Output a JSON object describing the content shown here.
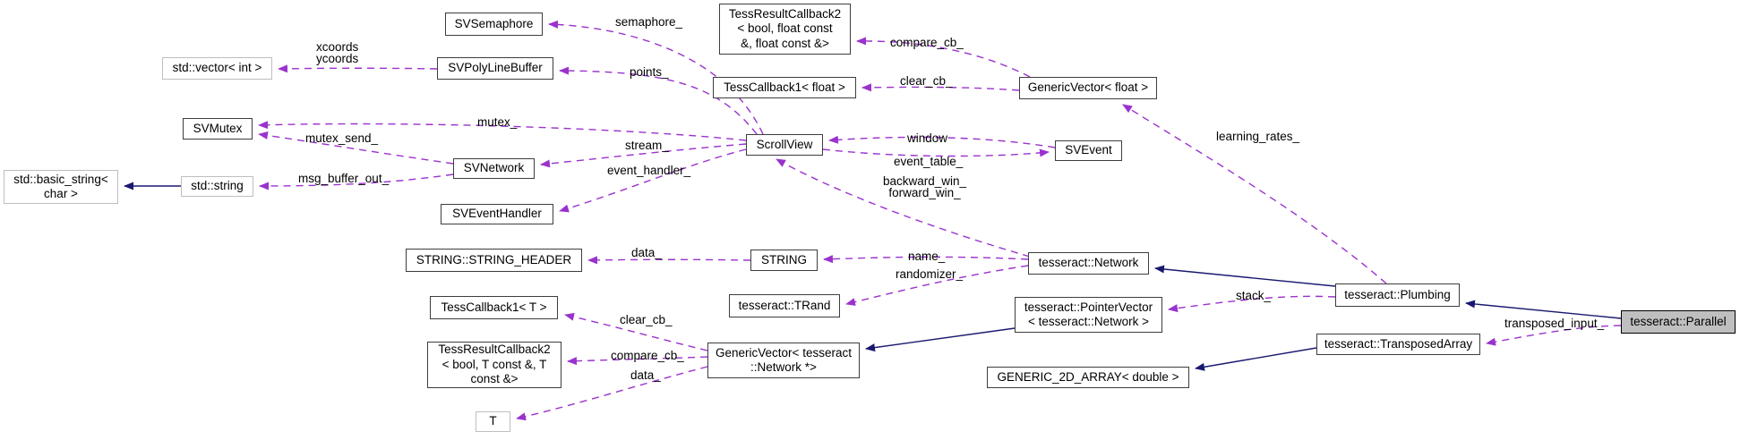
{
  "diagram": {
    "kind": "doxygen-collaboration-graph",
    "colors": {
      "usage_edge": "#9a32cd",
      "inheritance_edge": "#191970",
      "node_border": "#3d3d3d",
      "external_node_border": "#bebebe",
      "current_node_fill": "#bfbfbf",
      "background": "#ffffff"
    },
    "nodes": [
      {
        "label": "SVSemaphore"
      },
      {
        "label": "std::vector< int >"
      },
      {
        "label": "SVPolyLineBuffer"
      },
      {
        "label": "TessResultCallback2\n< bool, float const\n&, float const &>"
      },
      {
        "label": "TessCallback1< float >"
      },
      {
        "label": "GenericVector< float >"
      },
      {
        "label": "SVMutex"
      },
      {
        "label": "ScrollView"
      },
      {
        "label": "SVEvent"
      },
      {
        "label": "SVNetwork"
      },
      {
        "label": "std::basic_string<\nchar >"
      },
      {
        "label": "std::string"
      },
      {
        "label": "SVEventHandler"
      },
      {
        "label": "STRING::STRING_HEADER"
      },
      {
        "label": "STRING"
      },
      {
        "label": "tesseract::Network"
      },
      {
        "label": "TessCallback1< T >"
      },
      {
        "label": "tesseract::TRand"
      },
      {
        "label": "tesseract::PointerVector\n< tesseract::Network >"
      },
      {
        "label": "tesseract::Plumbing"
      },
      {
        "label": "TessResultCallback2\n< bool, T const &, T\nconst &>"
      },
      {
        "label": "GenericVector< tesseract\n::Network *>"
      },
      {
        "label": "tesseract::TransposedArray"
      },
      {
        "label": "tesseract::Parallel"
      },
      {
        "label": "GENERIC_2D_ARRAY< double >"
      },
      {
        "label": "T"
      }
    ],
    "edge_labels": [
      {
        "text": "semaphore_"
      },
      {
        "text": "xcoords\nycoords"
      },
      {
        "text": "points_"
      },
      {
        "text": "compare_cb_"
      },
      {
        "text": "clear_cb_"
      },
      {
        "text": "mutex_"
      },
      {
        "text": "mutex_send_"
      },
      {
        "text": "stream_"
      },
      {
        "text": "event_handler_"
      },
      {
        "text": "msg_buffer_out_"
      },
      {
        "text": "window"
      },
      {
        "text": "event_table_"
      },
      {
        "text": "backward_win_\nforward_win_"
      },
      {
        "text": "learning_rates_"
      },
      {
        "text": "data_"
      },
      {
        "text": "name_"
      },
      {
        "text": "randomizer_"
      },
      {
        "text": "stack_"
      },
      {
        "text": "clear_cb_"
      },
      {
        "text": "compare_cb_"
      },
      {
        "text": "data_"
      },
      {
        "text": "transposed_input_"
      }
    ]
  }
}
